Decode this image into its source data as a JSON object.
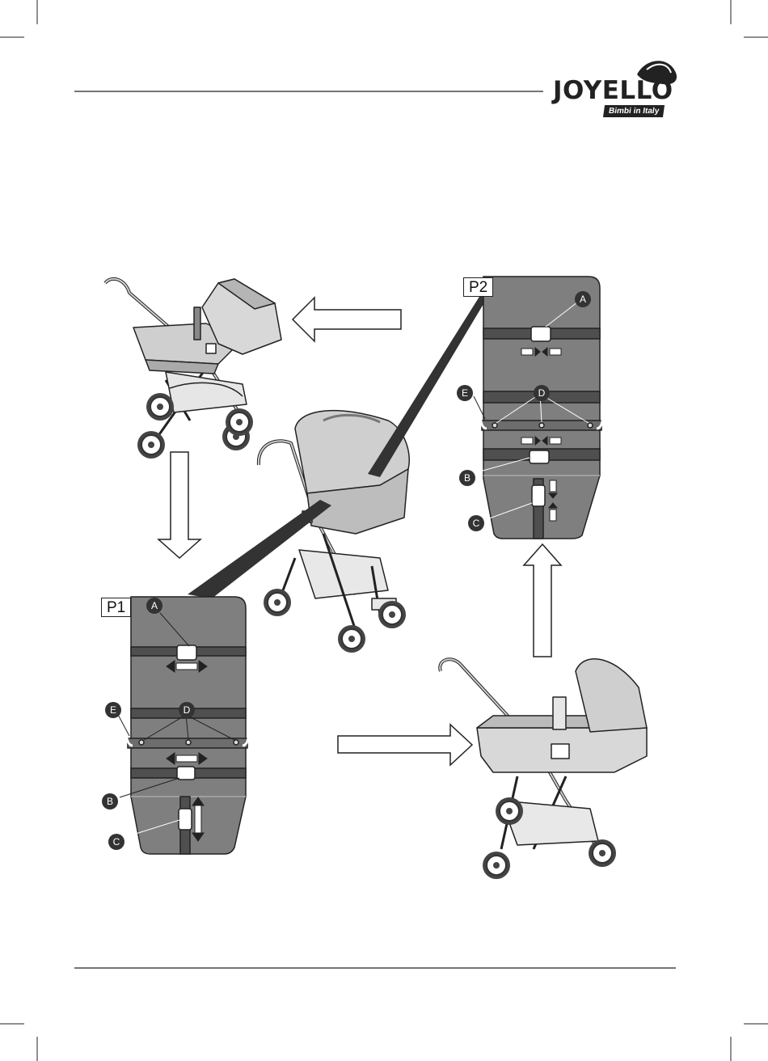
{
  "header": {
    "brand_name": "JOYELLO",
    "brand_tagline": "Bimbi in Italy"
  },
  "panels": {
    "p1_label": "P1",
    "p2_label": "P2"
  },
  "callouts": {
    "p1": [
      "A",
      "B",
      "C",
      "D",
      "E"
    ],
    "p2": [
      "A",
      "B",
      "C",
      "D",
      "E"
    ]
  },
  "colors": {
    "seat_fill": "#7f7f7f",
    "strap_dark": "#4f4f4f",
    "stroller_fill": "#cfcfcf",
    "line": "#222222"
  },
  "icons": [
    "logo-hat-icon",
    "arrow-left-icon",
    "arrow-down-icon",
    "arrow-right-icon",
    "arrow-up-icon"
  ]
}
